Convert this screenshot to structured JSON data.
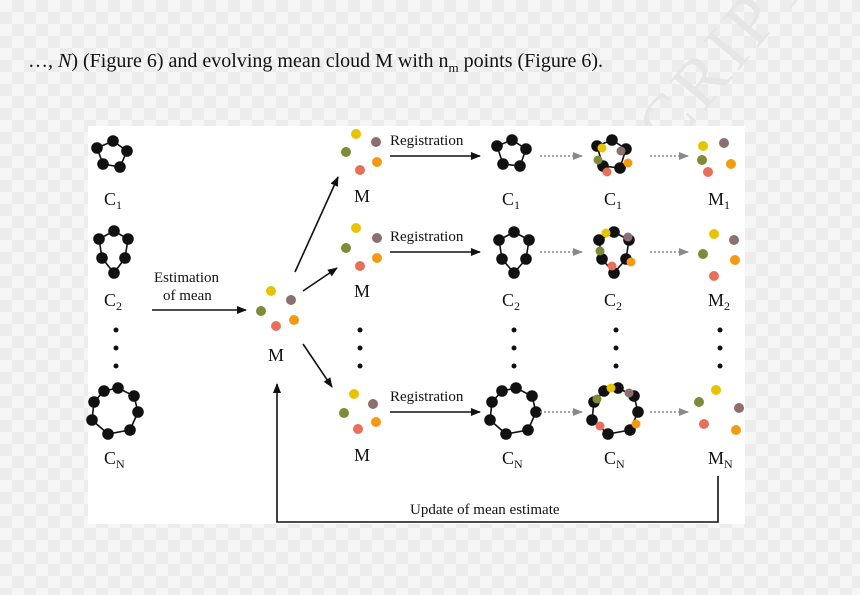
{
  "caption": {
    "prefix": "…, ",
    "italic": "N",
    "middle": ") (Figure 6) and evolving mean cloud M with n",
    "sub": "m",
    "suffix": " points (Figure 6)."
  },
  "watermark": "MANUSCRIPT",
  "labels": {
    "c1": "C",
    "c1_sub": "1",
    "c2": "C",
    "c2_sub": "2",
    "cn": "C",
    "cn_sub": "N",
    "estimation_line1": "Estimation",
    "estimation_line2": "of mean",
    "mean_center": "M",
    "mean_row1": "M",
    "mean_row2": "M",
    "mean_row3": "M",
    "registration1": "Registration",
    "registration2": "Registration",
    "registration3": "Registration",
    "reg_c1": "C",
    "reg_c1_sub": "1",
    "reg_c2": "C",
    "reg_c2_sub": "2",
    "reg_cn": "C",
    "reg_cn_sub": "N",
    "ov_c1": "C",
    "ov_c1_sub": "1",
    "ov_c2": "C",
    "ov_c2_sub": "2",
    "ov_cn": "C",
    "ov_cn_sub": "N",
    "m1": "M",
    "m1_sub": "1",
    "m2": "M",
    "m2_sub": "2",
    "mn": "M",
    "mn_sub": "N",
    "update": "Update of mean estimate"
  },
  "colors": {
    "yellow": "#e8c300",
    "mauve": "#8e6f6f",
    "olive": "#7f8b36",
    "orange": "#f39a12",
    "salmon": "#e86f5a",
    "node": "#111111",
    "arrow": "#111111",
    "dotted_arrow": "#8a8a8a"
  }
}
